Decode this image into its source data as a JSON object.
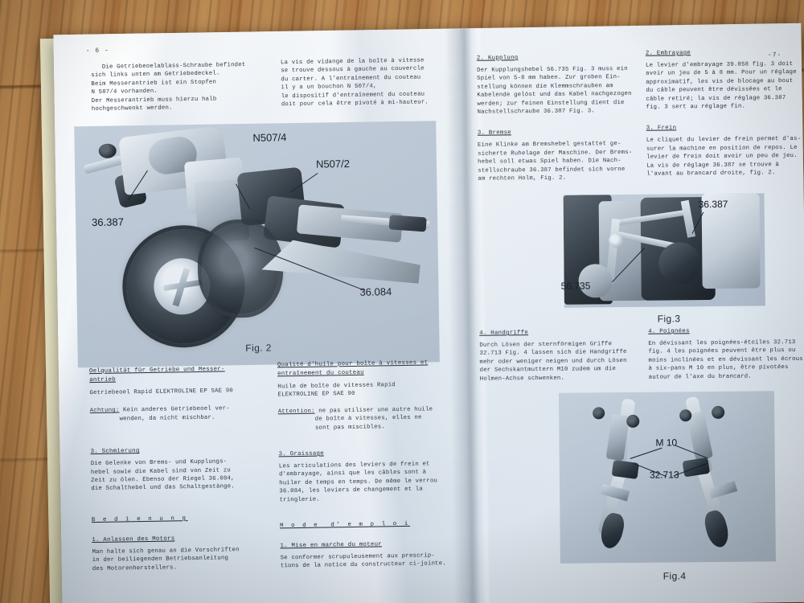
{
  "scene": {
    "background": "wooden-table",
    "colors": {
      "wood": "#b07d47",
      "paper": "#e9eff5",
      "undersheet": "#ece9cb",
      "ink": "#2c3642",
      "photo_tint": "#b9c5d3"
    }
  },
  "left_page": {
    "page_number": "- 6 -",
    "german": {
      "intro": "   Die Getriebeoelablass-Schraube befindet\nsich links unten am Getriebedeckel.\nBeim Messerantrieb ist ein Stopfen\nN 507/4 vorhanden.\nDer Messerantrieb muss hierzu halb\nhochgeschwenkt werden.",
      "oil_heading": "Oelqualität für Getriebe und Messer-\nantrieb",
      "oil_spec": "Getriebeoel Rapid ELEKTROLINE EP SAE 90",
      "warn_label": "Achtung:",
      "warn_text": " Kein anderes Getriebeoel ver-\n        wenden, da nicht mischbar.",
      "sec3_heading": "3. Schmierung",
      "sec3_text": "Die Gelenke von Brems- und Kupplungs-\nhebel sowie die Kabel sind von Zeit zu\nZeit zu ölen. Ebenso der Riegel 36.084,\ndie Schalthebel und das Schaltgestänge.",
      "operation_heading": "B e d i e n u n g",
      "sec1_heading": "1. Anlassen des Motors",
      "sec1_text": "Man halte sich genau an die Vorschriften\nin der beiliegenden Betriebsanleitung\ndes Motorenherstellers."
    },
    "french": {
      "intro": "La vis de vidange de la boîte à vitesse\nse trouve dessous à gauche au couvercle\ndu carter. A l'entraînement du couteau\nil y a un bouchon N 507/4,\nle dispositif d'entraînement du couteau\ndoit pour cela être pivoté à mi-hauteur.",
      "oil_heading": "Qualité d'huile pour boîte à vitesses et\nentraînement du couteau",
      "oil_spec": "Huile de boîte de vitesses Rapid\nELEKTROLINE EP SAE 90",
      "warn_label": "Attention:",
      "warn_text": " ne pas utiliser une autre huile\n          de boîte à vitesses, elles ne\n          sont pas miscibles.",
      "sec3_heading": "3. Graissage",
      "sec3_text": "Les articulations des leviers de frein et\nd'embrayage, ainsi que les câbles sont à\nhuiler de temps en temps. De même le verrou\n36.084, les leviers de changement et la\ntringlerie.",
      "operation_heading": "M o d e  d' e m p l o i",
      "sec1_heading": "1. Mise en marche du moteur",
      "sec1_text": "Se conformer scrupuleusement aux prescrip-\ntions de la notice du constructeur ci-jointe."
    },
    "figure": {
      "caption": "Fig. 2",
      "callouts": [
        "N507/4",
        "N507/2",
        "36.387",
        "36.084"
      ],
      "subject": "walk-behind-tractor-with-mower-bar"
    }
  },
  "right_page": {
    "page_number": "-7-",
    "german": {
      "sec2_heading": "2. Kupplung",
      "sec2_text": "Der Kupplungshebel 56.735 Fig. 3 muss ein\nSpiel von 5-8 mm haben. Zur groben Ein-\nstellung können die Klemmschrauben am\nKabelende gelöst und das Kabel nachgezogen\nwerden; zur feinen Einstellung dient die\nNachstellschraube 36.387 Fig. 3.",
      "sec3_heading": "3. Bremse",
      "sec3_text": "Eine Klinke am Bremshebel gestattet ge-\nsicherte Ruhelage der Maschine. Der Brems-\nhebel soll etwas Spiel haben. Die Nach-\nstellschraube 36.387 befindet sich vorne\nam rechten Holm, Fig. 2.",
      "sec4_heading": "4. Handgriffe",
      "sec4_text": "Durch Lösen der sternförmigen Griffe\n32.713 Fig. 4 lassen sich die Handgriffe\nmehr oder weniger neigen und durch Lösen\nder Sechskantmuttern M10 zudem um die\nHolmen-Achse schwenken."
    },
    "french": {
      "sec2_heading": "2. Embrayage",
      "sec2_text": "Le levier d'embrayage 39.058 fig. 3 doit\navoir un jeu de 5 à 8 mm. Pour un réglage\napproximatif, les vis de blocage au bout\ndu câble peuvent être dévissées et le\ncâble retiré; la vis de réglage 36.387\nfig. 3 sert au réglage fin.",
      "sec3_heading": "3. Frein",
      "sec3_text": "Le cliquet du levier de frein permet d'as-\nsurer la machine en position de repos. Le\nlevier de frein doit avoir un peu de jeu.\nLa vis de réglage 36.387 se trouve à\nl'avant au brancard droite, fig. 2.",
      "sec4_heading": "4. Poignées",
      "sec4_text": "En dévissant les poignées-étoiles 32.713\nfig. 4 les poignées peuvent être plus ou\nmoins inclinées et en dévissant les écrous\nà six-pans M 10 en plus, être pivotées\nautour de l'axe du brancard."
    },
    "figure3": {
      "caption": "Fig.3",
      "callouts": [
        "36.387",
        "56.735"
      ],
      "subject": "gearbox-clutch-lever-detail"
    },
    "figure4": {
      "caption": "Fig.4",
      "callouts": [
        "M 10",
        "32.713"
      ],
      "subject": "handlebar-grips-detail"
    }
  }
}
